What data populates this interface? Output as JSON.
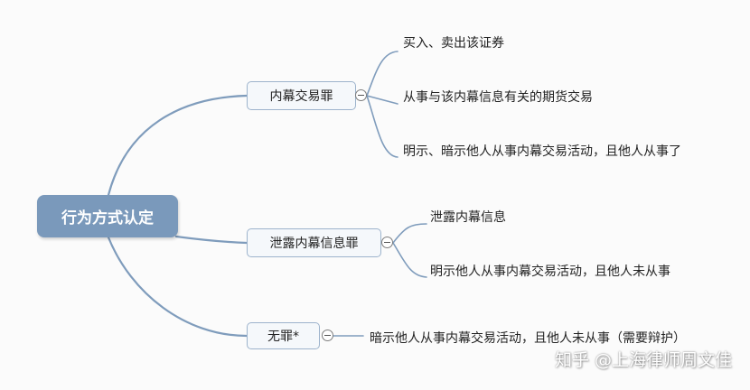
{
  "mindmap": {
    "root": "行为方式认定",
    "branches": [
      {
        "label": "内幕交易罪",
        "leaves": [
          "买入、卖出该证券",
          "从事与该内幕信息有关的期货交易",
          "明示、暗示他人从事内幕交易活动，且他人从事了"
        ]
      },
      {
        "label": "泄露内幕信息罪",
        "leaves": [
          "泄露内幕信息",
          "明示他人从事内幕交易活动，且他人未从事"
        ]
      },
      {
        "label": "无罪*",
        "leaves": [
          "暗示他人从事内幕交易活动，且他人未从事（需要辩护）"
        ]
      }
    ]
  },
  "watermark": "知乎 @上海律师周文佳",
  "colors": {
    "root_fill": "#7a99bb",
    "connector": "#7f9cbc",
    "branch_border": "#9db3cc"
  }
}
